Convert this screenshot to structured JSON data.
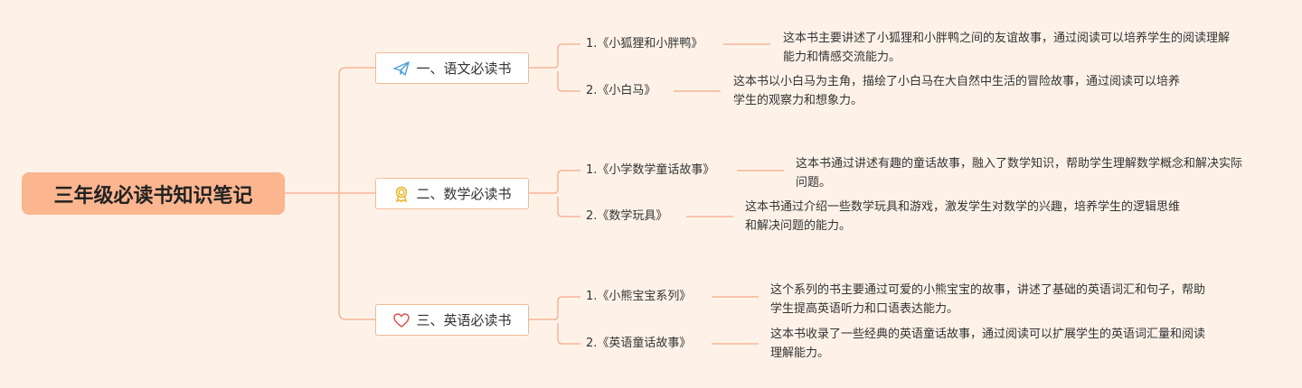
{
  "root": {
    "title": "三年级必读书知识笔记"
  },
  "colors": {
    "background": "#fef2e8",
    "root_fill": "#fbb58f",
    "line": "#f5b597"
  },
  "sections": [
    {
      "label": "一、语文必读书",
      "icon": "paper-plane-icon",
      "books": [
        {
          "title": "1.《小狐狸和小胖鸭》",
          "desc": "这本书主要讲述了小狐狸和小胖鸭之间的友谊故事，通过阅读可以培养学生的阅读理解能力和情感交流能力。"
        },
        {
          "title": "2.《小白马》",
          "desc": "这本书以小白马为主角，描绘了小白马在大自然中生活的冒险故事，通过阅读可以培养学生的观察力和想象力。"
        }
      ]
    },
    {
      "label": "二、数学必读书",
      "icon": "award-medal-icon",
      "books": [
        {
          "title": "1.《小学数学童话故事》",
          "desc": "这本书通过讲述有趣的童话故事，融入了数学知识，帮助学生理解数学概念和解决实际问题。"
        },
        {
          "title": "2.《数学玩具》",
          "desc": "这本书通过介绍一些数学玩具和游戏，激发学生对数学的兴趣，培养学生的逻辑思维和解决问题的能力。"
        }
      ]
    },
    {
      "label": "三、英语必读书",
      "icon": "heart-icon",
      "books": [
        {
          "title": "1.《小熊宝宝系列》",
          "desc": "这个系列的书主要通过可爱的小熊宝宝的故事，讲述了基础的英语词汇和句子，帮助学生提高英语听力和口语表达能力。"
        },
        {
          "title": "2.《英语童话故事》",
          "desc": "这本书收录了一些经典的英语童话故事，通过阅读可以扩展学生的英语词汇量和阅读理解能力。"
        }
      ]
    }
  ]
}
